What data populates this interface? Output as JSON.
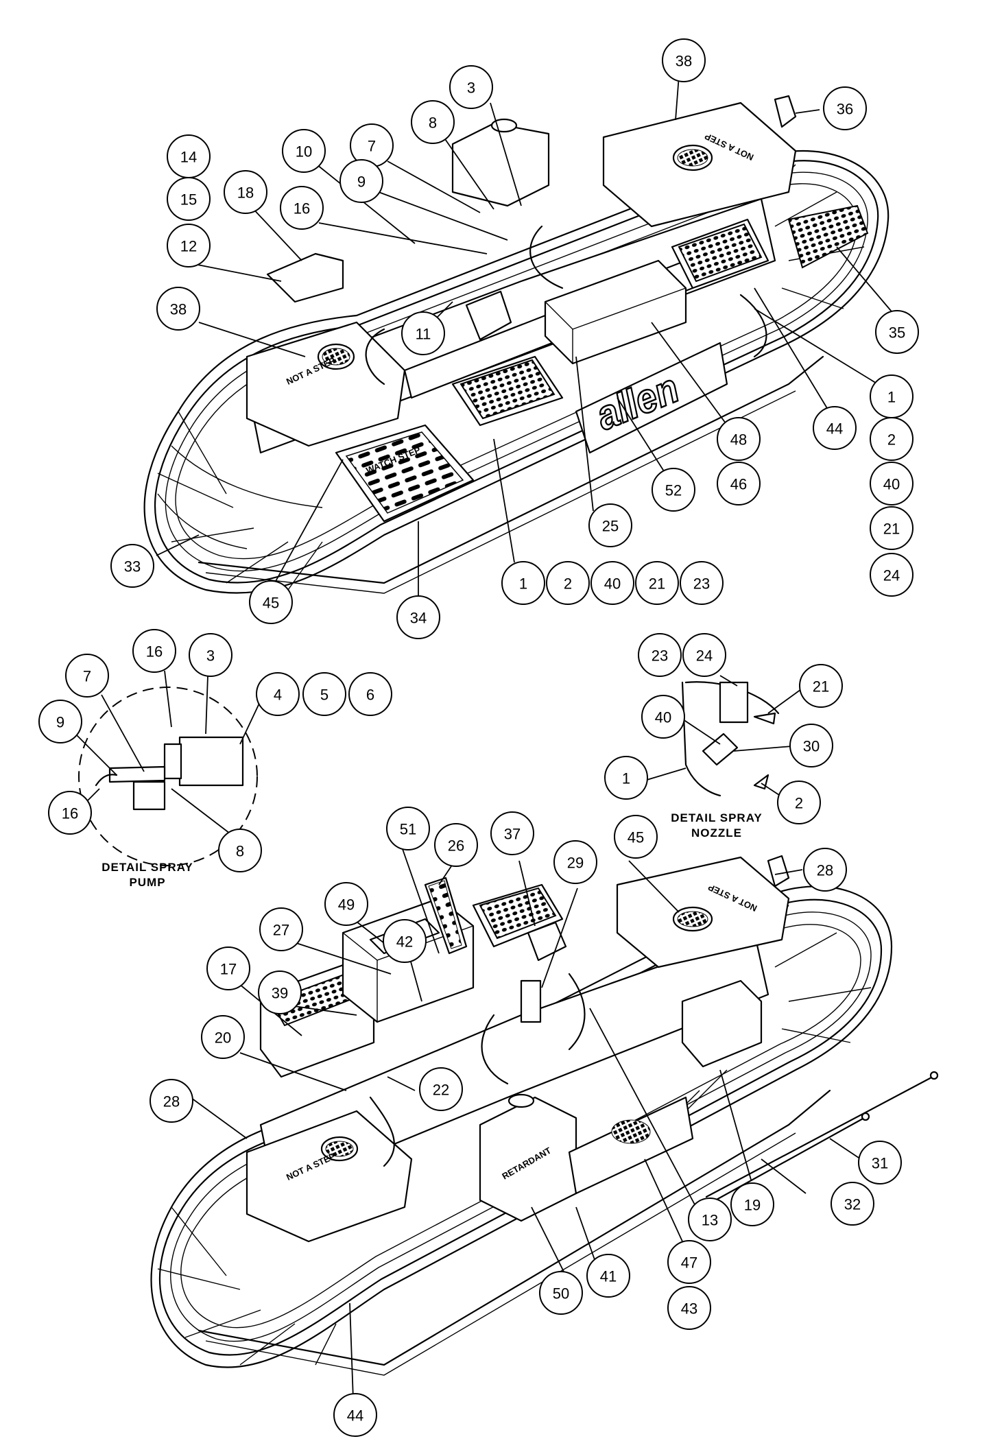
{
  "stencils": {
    "not_a_step": "NOT A STEP",
    "watch_step": "WATCH STEP",
    "brand": "allen",
    "retardant": "RETARDANT"
  },
  "details": {
    "spray_pump_line1": "DETAIL  SPRAY",
    "spray_pump_line2": "PUMP",
    "spray_nozzle_line1": "DETAIL SPRAY",
    "spray_nozzle_line2": "NOZZLE"
  },
  "balloons": [
    {
      "label": "38"
    },
    {
      "label": "36"
    },
    {
      "label": "3"
    },
    {
      "label": "8"
    },
    {
      "label": "10"
    },
    {
      "label": "7"
    },
    {
      "label": "14"
    },
    {
      "label": "9"
    },
    {
      "label": "18"
    },
    {
      "label": "16"
    },
    {
      "label": "15"
    },
    {
      "label": "12"
    },
    {
      "label": "38"
    },
    {
      "label": "11"
    },
    {
      "label": "35"
    },
    {
      "label": "1"
    },
    {
      "label": "44"
    },
    {
      "label": "48"
    },
    {
      "label": "2"
    },
    {
      "label": "40"
    },
    {
      "label": "46"
    },
    {
      "label": "52"
    },
    {
      "label": "21"
    },
    {
      "label": "25"
    },
    {
      "label": "24"
    },
    {
      "label": "33"
    },
    {
      "label": "1"
    },
    {
      "label": "2"
    },
    {
      "label": "40"
    },
    {
      "label": "21"
    },
    {
      "label": "23"
    },
    {
      "label": "45"
    },
    {
      "label": "34"
    },
    {
      "label": "16"
    },
    {
      "label": "3"
    },
    {
      "label": "7"
    },
    {
      "label": "4"
    },
    {
      "label": "5"
    },
    {
      "label": "6"
    },
    {
      "label": "9"
    },
    {
      "label": "16"
    },
    {
      "label": "8"
    },
    {
      "label": "23"
    },
    {
      "label": "24"
    },
    {
      "label": "21"
    },
    {
      "label": "40"
    },
    {
      "label": "30"
    },
    {
      "label": "1"
    },
    {
      "label": "2"
    },
    {
      "label": "51"
    },
    {
      "label": "37"
    },
    {
      "label": "26"
    },
    {
      "label": "45"
    },
    {
      "label": "29"
    },
    {
      "label": "28"
    },
    {
      "label": "49"
    },
    {
      "label": "42"
    },
    {
      "label": "27"
    },
    {
      "label": "17"
    },
    {
      "label": "39"
    },
    {
      "label": "20"
    },
    {
      "label": "22"
    },
    {
      "label": "28"
    },
    {
      "label": "31"
    },
    {
      "label": "19"
    },
    {
      "label": "32"
    },
    {
      "label": "13"
    },
    {
      "label": "47"
    },
    {
      "label": "41"
    },
    {
      "label": "50"
    },
    {
      "label": "43"
    },
    {
      "label": "44"
    }
  ]
}
